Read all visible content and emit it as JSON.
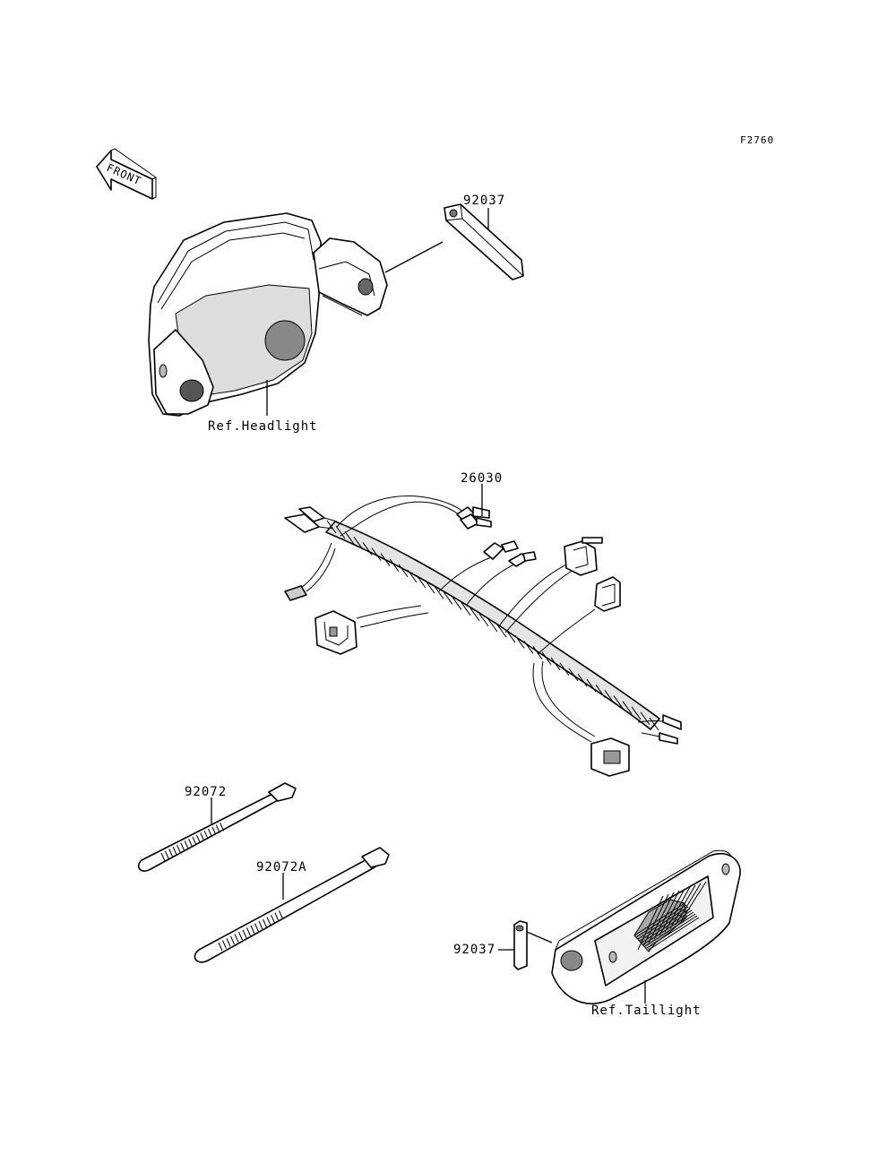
{
  "figure_code": "F2760",
  "direction_label": "FRONT",
  "callouts": {
    "headlight_ref": "Ref.Headlight",
    "reflector_front": "92037",
    "harness": "26030",
    "band_short": "92072",
    "band_long": "92072A",
    "reflector_rear": "92037",
    "taillight_ref": "Ref.Taillight"
  }
}
